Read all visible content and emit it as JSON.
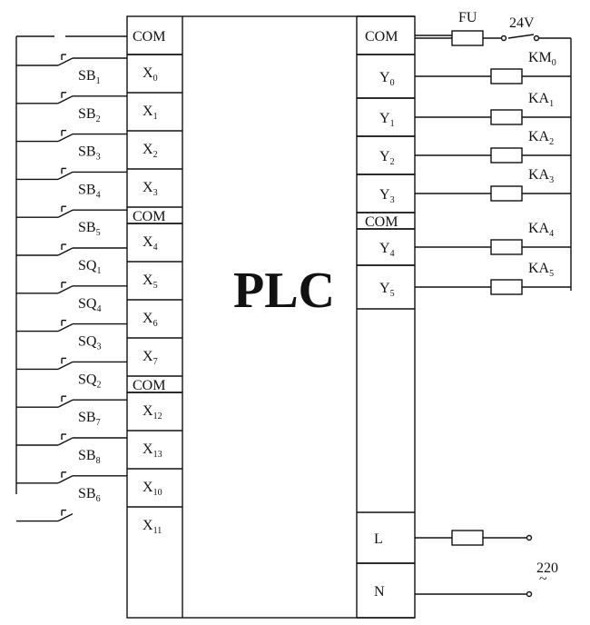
{
  "plc_label": "PLC",
  "input_terminals": [
    "COM",
    "X0",
    "X1",
    "X2",
    "X3",
    "COM",
    "X4",
    "X5",
    "X6",
    "X7",
    "COM",
    "X12",
    "X13",
    "X10",
    "X11"
  ],
  "output_terminals": [
    "COM",
    "Y0",
    "Y1",
    "Y2",
    "Y3",
    "COM",
    "Y4",
    "Y5",
    "L",
    "N"
  ],
  "input_devices": [
    {
      "base": "SB",
      "sub": "1"
    },
    {
      "base": "SB",
      "sub": "2"
    },
    {
      "base": "SB",
      "sub": "3"
    },
    {
      "base": "SB",
      "sub": "4"
    },
    {
      "base": "SB",
      "sub": "5"
    },
    {
      "base": "SQ",
      "sub": "1"
    },
    {
      "base": "SQ",
      "sub": "4"
    },
    {
      "base": "SQ",
      "sub": "3"
    },
    {
      "base": "SQ",
      "sub": "2"
    },
    {
      "base": "SB",
      "sub": "7"
    },
    {
      "base": "SB",
      "sub": "8"
    },
    {
      "base": "SB",
      "sub": "6"
    }
  ],
  "output_loads": [
    {
      "base": "KM",
      "sub": "0"
    },
    {
      "base": "KA",
      "sub": "1"
    },
    {
      "base": "KA",
      "sub": "2"
    },
    {
      "base": "KA",
      "sub": "3"
    },
    {
      "base": "KA",
      "sub": "4"
    },
    {
      "base": "KA",
      "sub": "5"
    }
  ],
  "fuse_label": "FU",
  "supply_dc": "24V",
  "supply_ac": "220",
  "supply_ac_symbol": "~"
}
